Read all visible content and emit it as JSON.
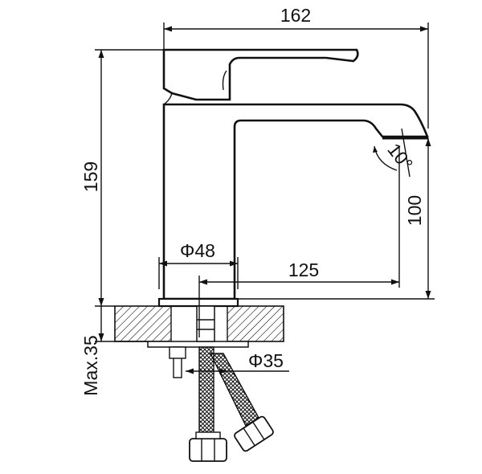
{
  "dimensions": {
    "overall_width": "162",
    "overall_height": "159",
    "spout_height": "100",
    "spout_reach": "125",
    "body_diameter": "Φ48",
    "hole_diameter": "Φ35",
    "max_deck_thickness": "Max.35",
    "handle_angle": "10°"
  }
}
